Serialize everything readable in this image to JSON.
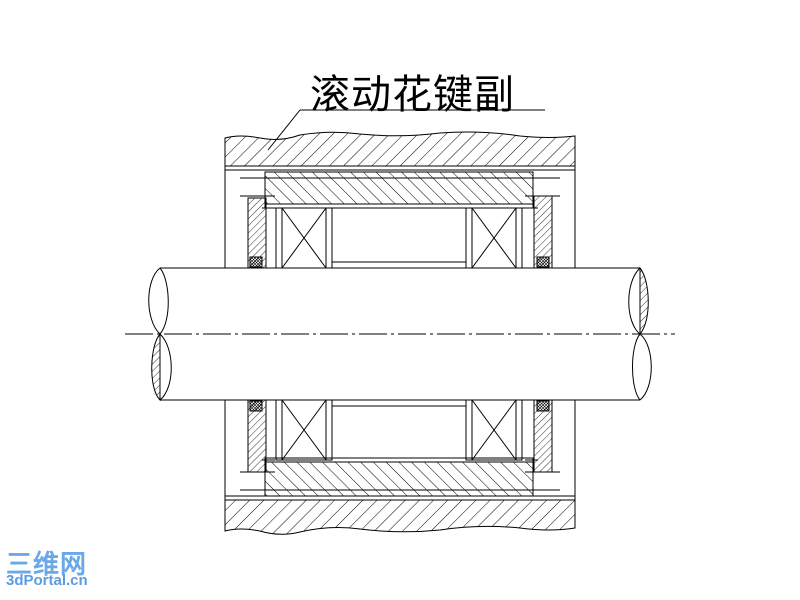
{
  "drawing": {
    "label": "滚动花键副"
  },
  "watermark": {
    "cn": "三维网",
    "url": "3dPortal.cn"
  },
  "colors": {
    "line": "#000000",
    "watermark": "#3f86d9",
    "background": "#ffffff"
  }
}
